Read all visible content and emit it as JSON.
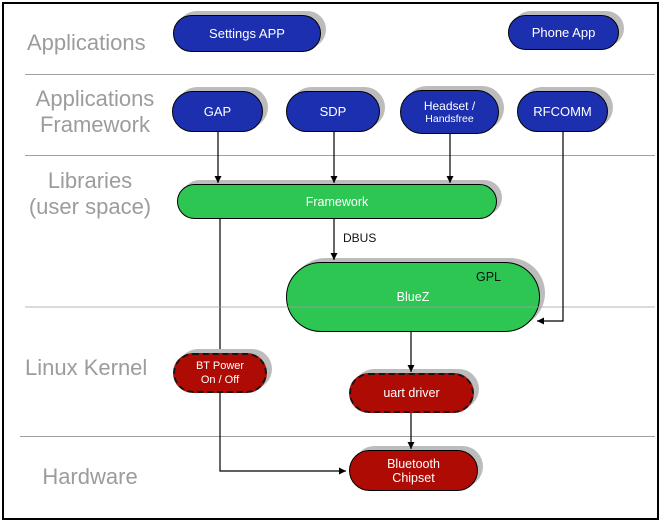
{
  "diagram": {
    "title_hint": "Bluetooth software stack layers",
    "layers": [
      {
        "line1": "Applications"
      },
      {
        "line1": "Applications",
        "line2": "Framework"
      },
      {
        "line1": "Libraries",
        "line2": "(user space)"
      },
      {
        "line1": "Linux Kernel"
      },
      {
        "line1": "Hardware"
      }
    ],
    "nodes": {
      "settings_app": "Settings APP",
      "phone_app": "Phone App",
      "gap": "GAP",
      "sdp": "SDP",
      "headset_line1": "Headset /",
      "headset_line2": "Handsfree",
      "rfcomm": "RFCOMM",
      "framework": "Framework",
      "bluez": "BlueZ",
      "gpl_tag": "GPL",
      "dbus_label": "DBUS",
      "bt_power_line1": "BT Power",
      "bt_power_line2": "On / Off",
      "uart_driver": "uart driver",
      "chipset_line1": "Bluetooth",
      "chipset_line2": "Chipset"
    },
    "colors": {
      "application_blue": "#1c2fae",
      "userspace_green": "#2dc653",
      "kernel_red": "#ae0b05",
      "layer_label_gray": "#9c9c9c",
      "divider_gray": "#a0a0a0",
      "shadow_gray": "#bcbcbc",
      "connector_black": "#000000"
    }
  }
}
